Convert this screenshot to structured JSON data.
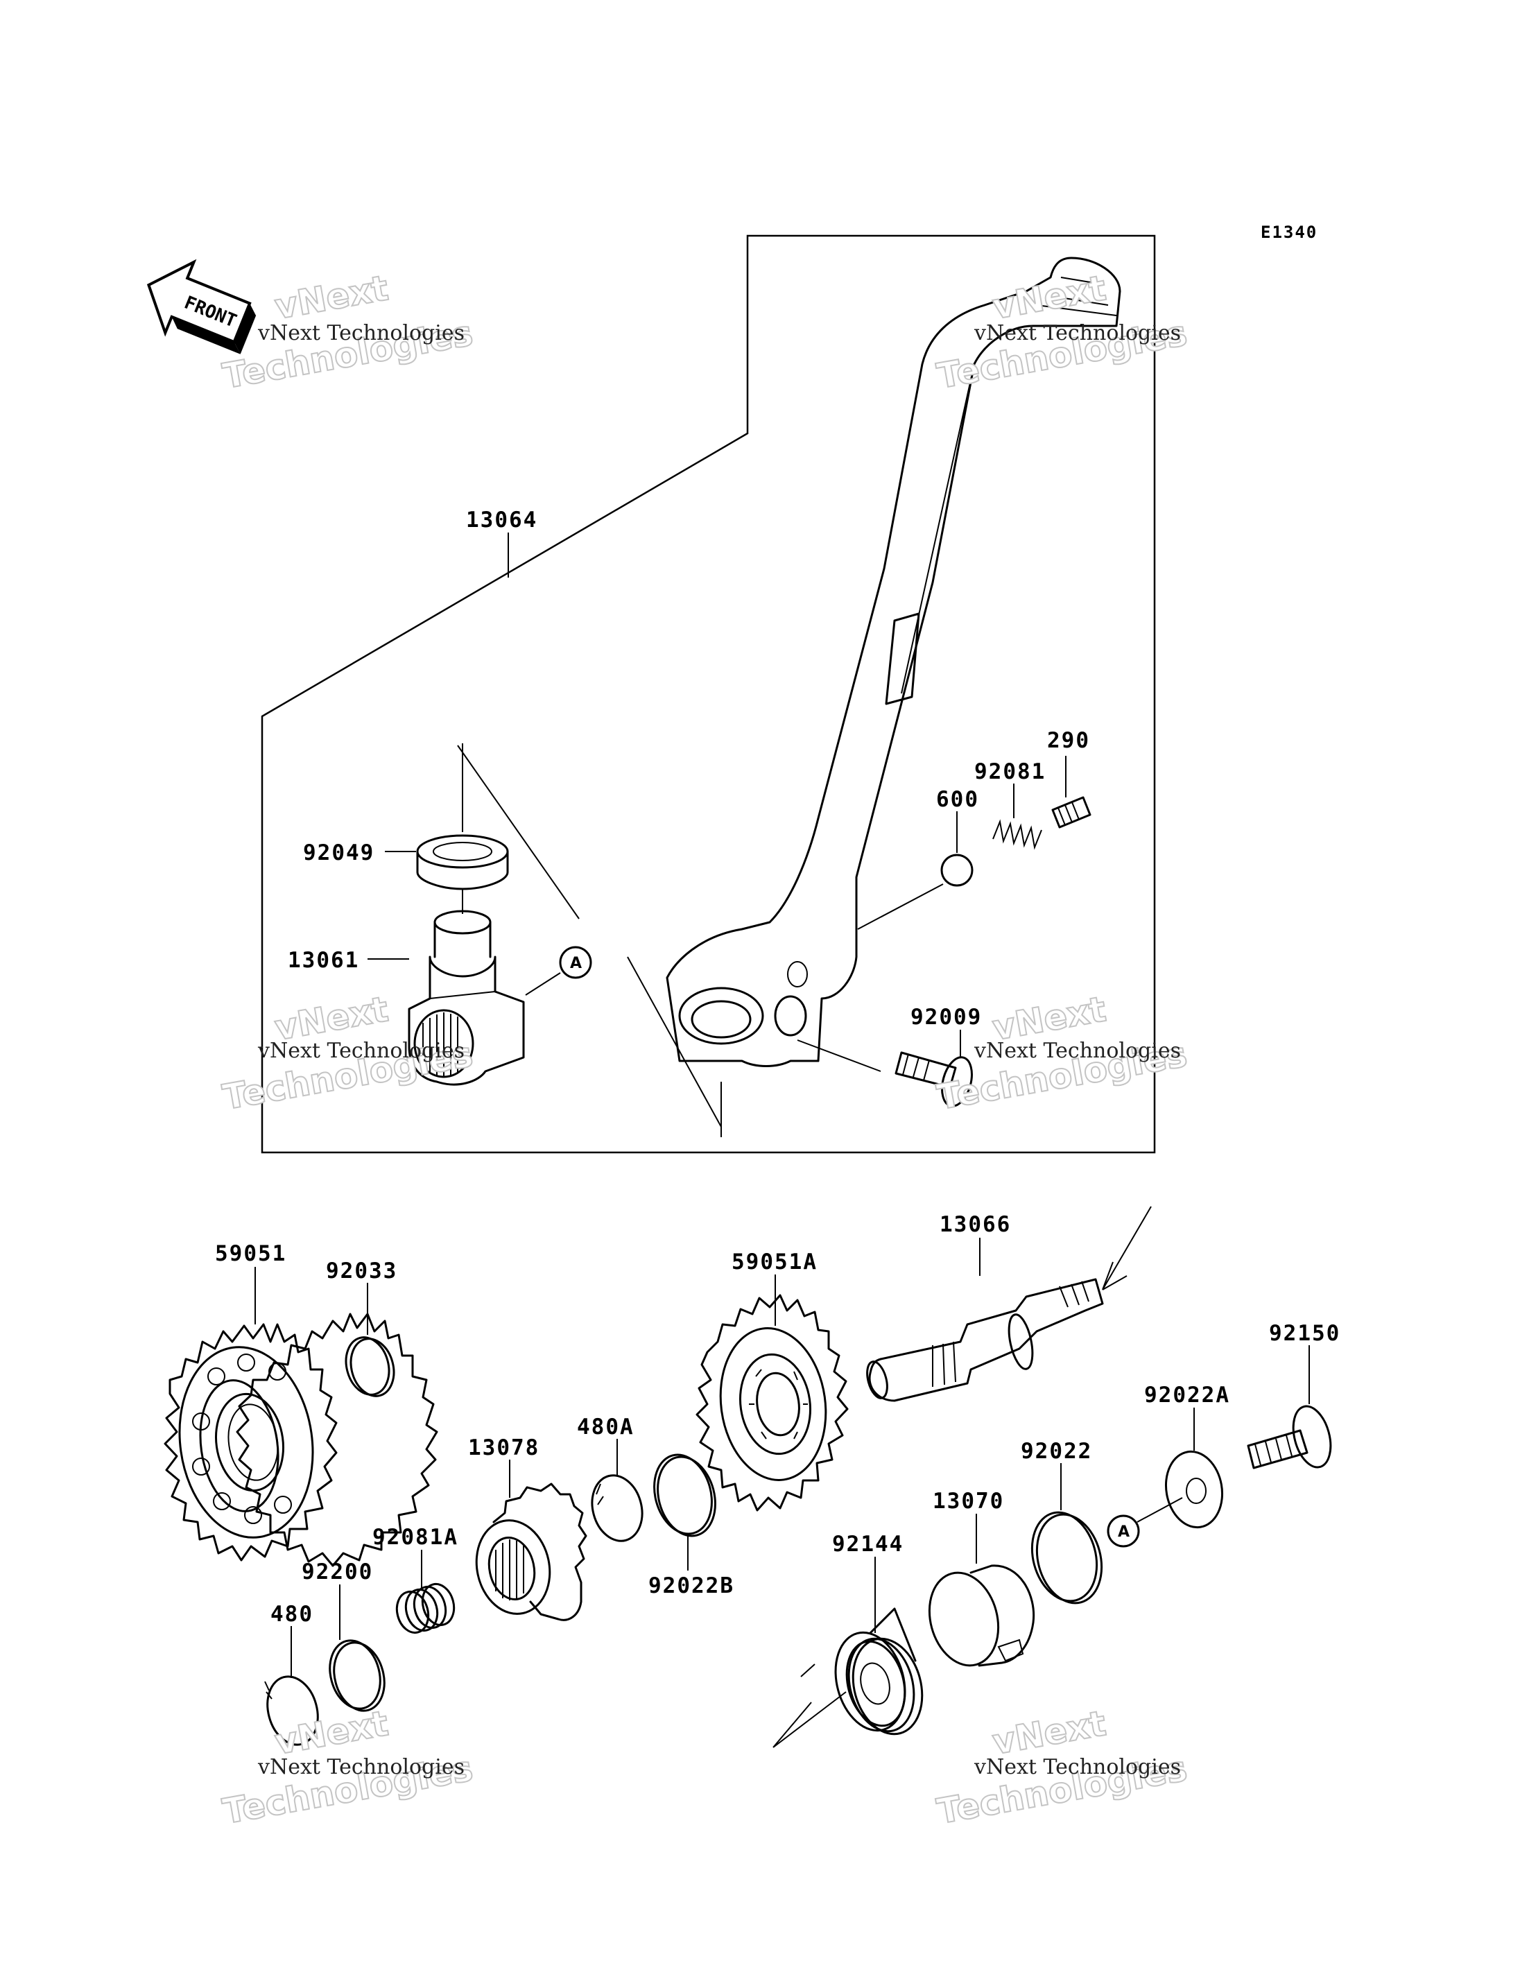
{
  "diagram_code": "E1340",
  "front_label": "FRONT",
  "ref_marker": "A",
  "watermark": {
    "brand_big": "vNext",
    "brand_line": "vNext Technologies",
    "brand_big2": "Technologies"
  },
  "parts": {
    "p13064": "13064",
    "p92049": "92049",
    "p13061": "13061",
    "p600": "600",
    "p92081": "92081",
    "p290": "290",
    "p92009": "92009",
    "p13066": "13066",
    "p59051": "59051",
    "p92033": "92033",
    "p59051A": "59051A",
    "p92150": "92150",
    "p92022A": "92022A",
    "p13078": "13078",
    "p480A": "480A",
    "p92022": "92022",
    "p13070": "13070",
    "p92081A": "92081A",
    "p92200": "92200",
    "p92022B": "92022B",
    "p92144": "92144",
    "p480": "480"
  }
}
